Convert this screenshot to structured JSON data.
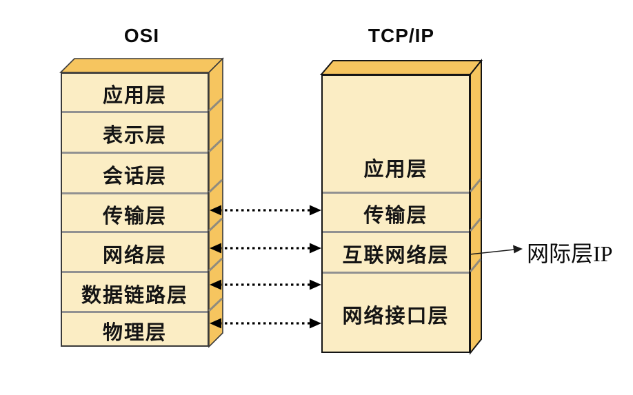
{
  "osi": {
    "title": "OSI",
    "layers": [
      "应用层",
      "表示层",
      "会话层",
      "传输层",
      "网络层",
      "数据链路层",
      "物理层"
    ]
  },
  "tcpip": {
    "title": "TCP/IP",
    "layers": [
      "应用层",
      "传输层",
      "互联网络层",
      "网络接口层"
    ]
  },
  "annotation": {
    "text": "网际层IP"
  },
  "mappings": [
    {
      "osi": "传输层",
      "tcpip": "传输层"
    },
    {
      "osi": "网络层",
      "tcpip": "互联网络层"
    },
    {
      "osi": "数据链路层",
      "tcpip": "网络接口层"
    },
    {
      "osi": "物理层",
      "tcpip": "网络接口层"
    }
  ],
  "colors": {
    "background": "#ffffff",
    "face_front": "#fbedc4",
    "face_side": "#f6c55f",
    "separator": "#919191",
    "osi_outline": "#3a3a3a",
    "tcpip_outline": "#141414",
    "arrow": "#000000",
    "text": "#0a0a0a"
  }
}
